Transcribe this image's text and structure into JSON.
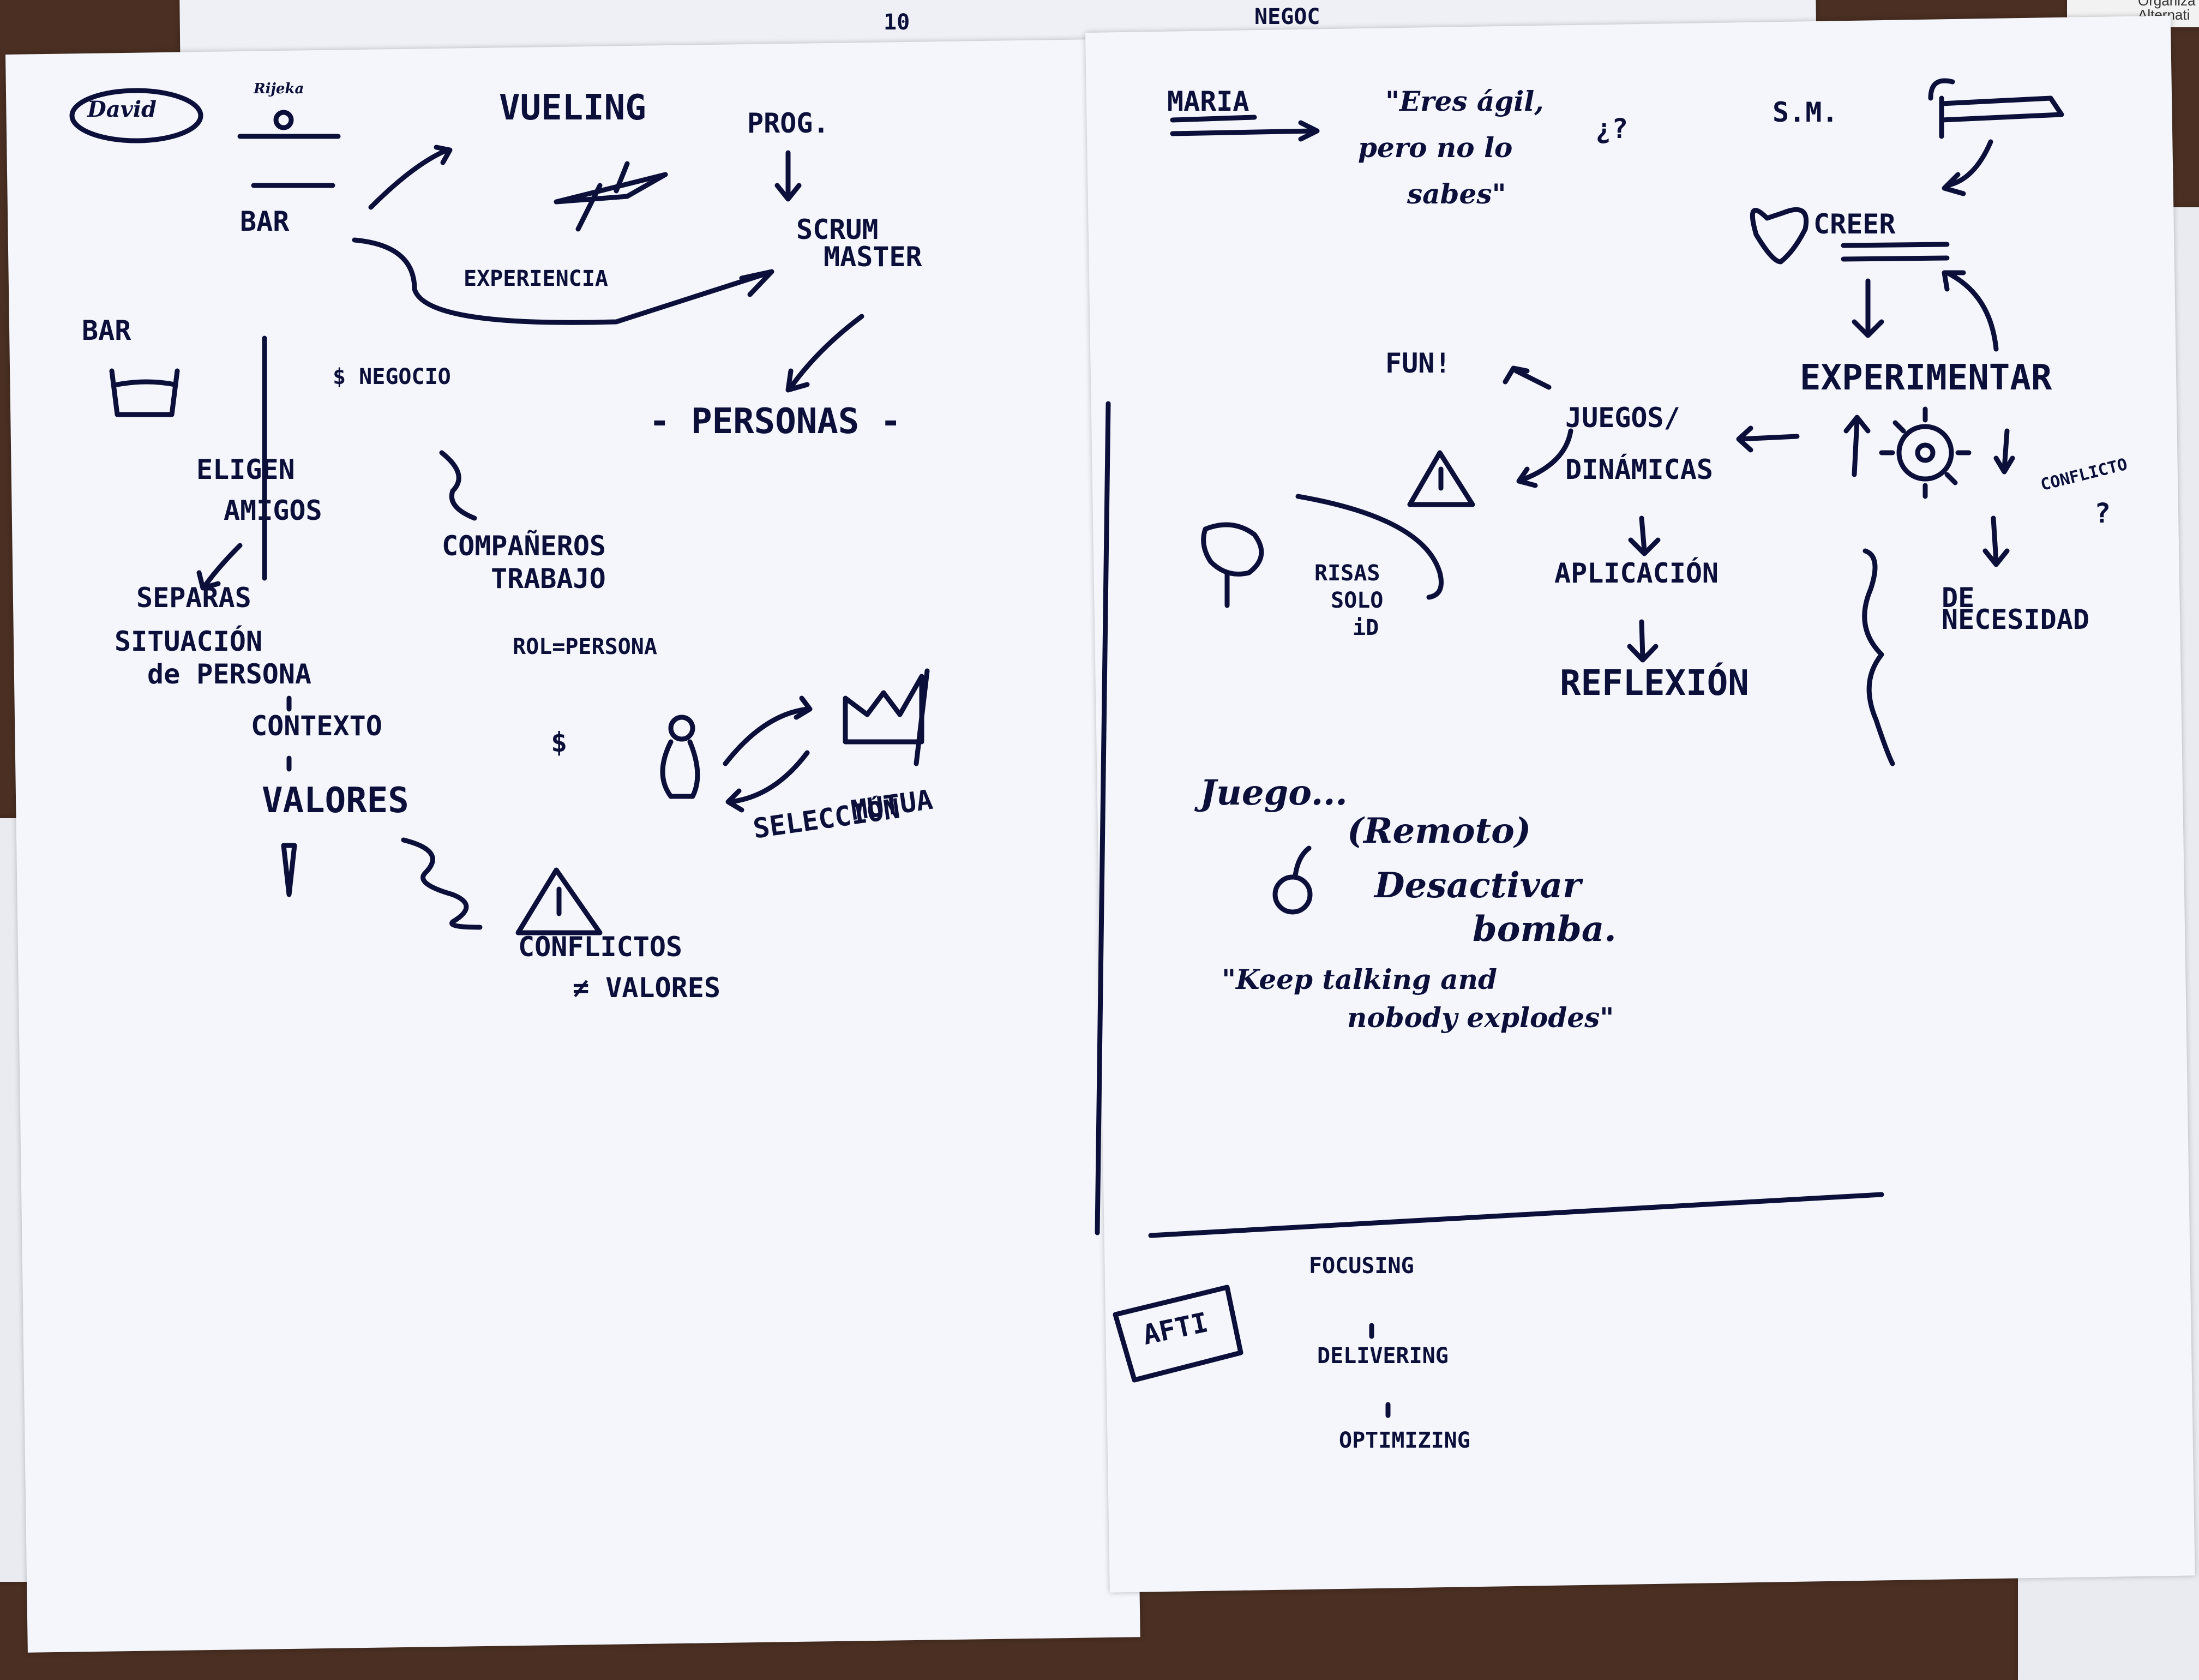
{
  "background_fragments": {
    "top": [
      "10",
      "NEGOC"
    ],
    "top_right": [
      "Organiza",
      "Alternati"
    ]
  },
  "left_page": {
    "name_badge": "David",
    "mini_label": "Rijeka",
    "company": "VUELING",
    "prog": "PROG.",
    "bar_1": "BAR",
    "experiencia": "EXPERIENCIA",
    "scrum_master": [
      "SCRUM",
      "MASTER"
    ],
    "personas": "- PERSONAS -",
    "bar_2": "BAR",
    "negocio": "$ NEGOCIO",
    "eligen_amigos": [
      "ELIGEN",
      "AMIGOS"
    ],
    "companeros_trabajo": [
      "COMPAÑEROS",
      "TRABAJO"
    ],
    "rol_persona": "ROL=PERSONA",
    "separas": [
      "SEPARAS",
      "SITUACIÓN",
      "de PERSONA"
    ],
    "contexto": "CONTEXTO",
    "valores": "VALORES",
    "dollar": "$",
    "seleccion_mutua": [
      "SELECCIÓN",
      "MUTUA"
    ],
    "conflictos": [
      "CONFLICTOS",
      "≠ VALORES"
    ]
  },
  "right_page": {
    "maria": "MARIA",
    "quote": [
      "\"Eres ágil,",
      "pero no lo",
      "sabes\""
    ],
    "question": "¿?",
    "sm": "S.M.",
    "creer": "CREER",
    "fun": "FUN!",
    "experimentar": "EXPERIMENTAR",
    "juegos": [
      "JUEGOS/",
      "DINÁMICAS"
    ],
    "conflicto": [
      "CONFLICTO",
      "?"
    ],
    "risas": [
      "RISAS",
      "SOLO",
      "iD"
    ],
    "aplicacion": "APLICACIÓN",
    "de_necesidad": [
      "DE",
      "NECESIDAD"
    ],
    "reflexion": "REFLEXIÓN",
    "juego": "Juego...",
    "remoto": "(Remoto)",
    "desactivar": [
      "Desactivar",
      "bomba."
    ],
    "keep_talking": [
      "\"Keep talking and",
      "nobody explodes\""
    ],
    "afti": "AFTI",
    "focusing": "FOCUSING",
    "delivering": "DELIVERING",
    "optimizing": "OPTIMIZING"
  }
}
